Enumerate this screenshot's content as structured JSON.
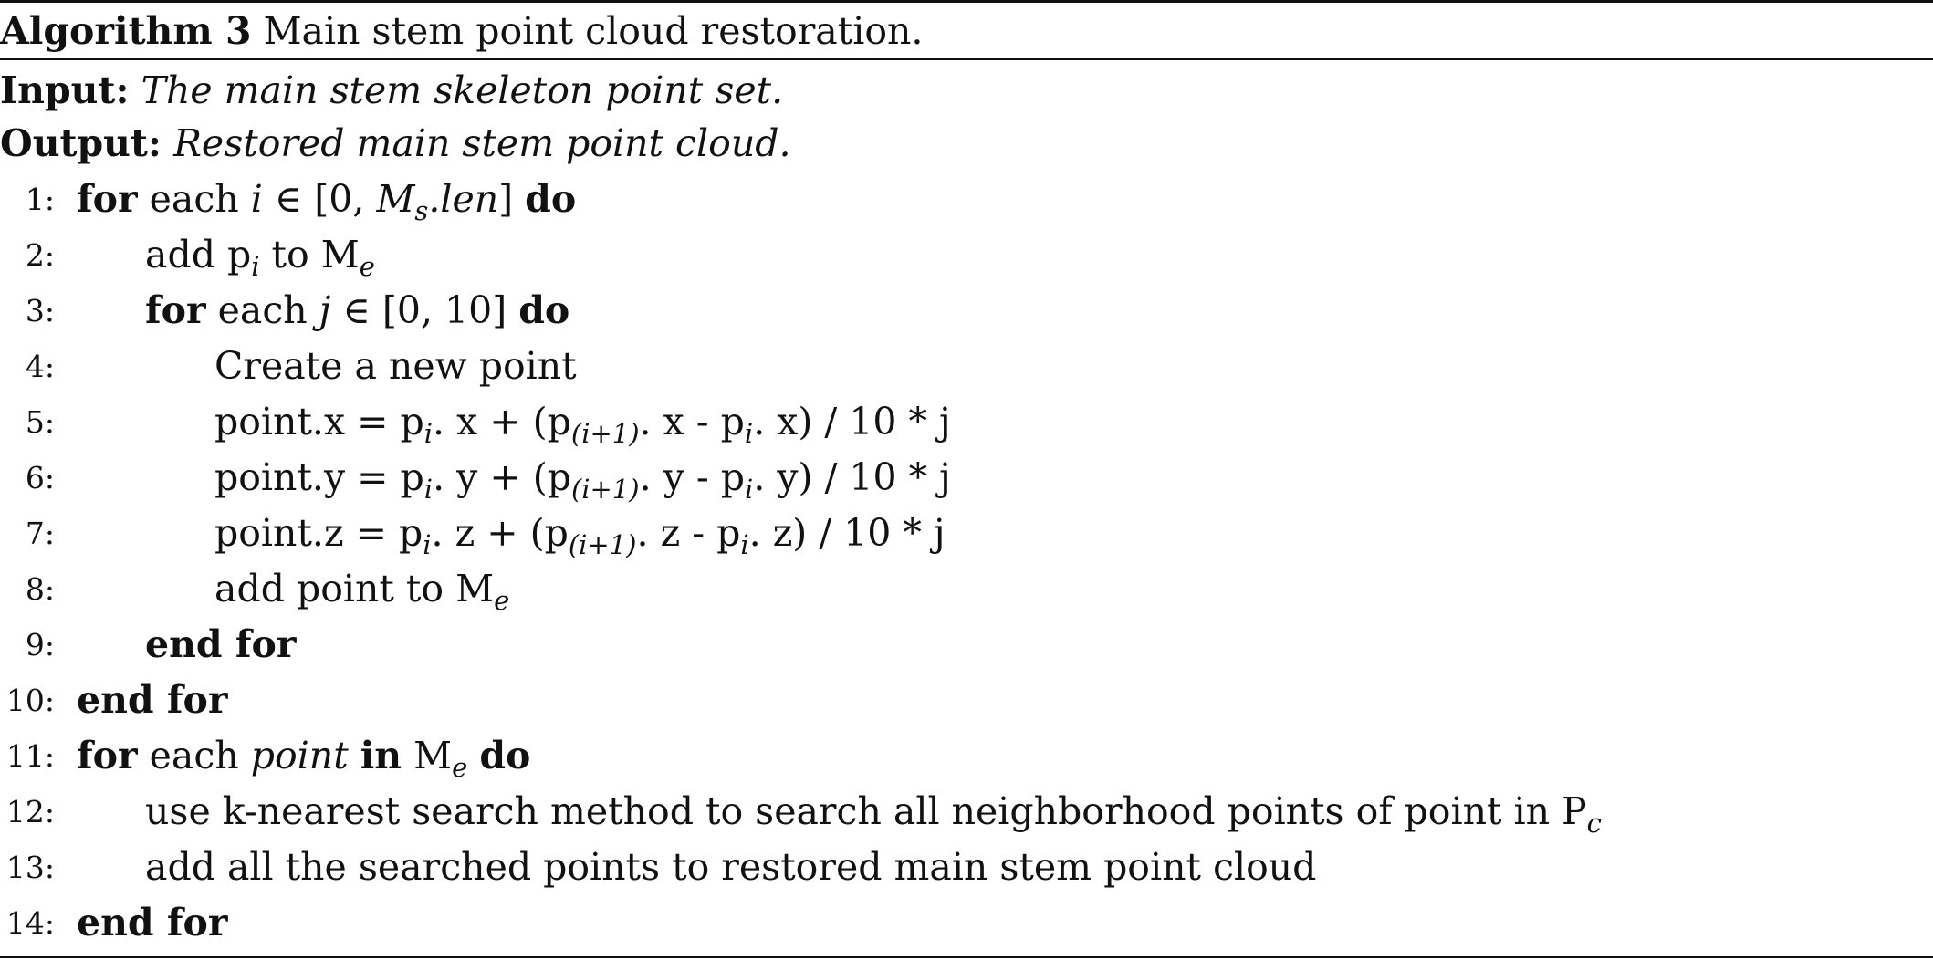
{
  "algorithm": {
    "label": "Algorithm 3",
    "title": "Main stem point cloud restoration.",
    "input_label": "Input:",
    "input_text": "The main stem skeleton point set.",
    "output_label": "Output:",
    "output_text": "Restored main stem point cloud.",
    "lines": [
      {
        "number": "1:",
        "indent": 0,
        "parts": [
          {
            "text": "for",
            "style": "kw"
          },
          {
            "text": " each ",
            "style": "tx"
          },
          {
            "text": "i",
            "style": "it"
          },
          {
            "text": " ∈ [0, ",
            "style": "tx"
          },
          {
            "text": "M",
            "style": "it"
          },
          {
            "text": "s",
            "style": "it-sub"
          },
          {
            "text": ".len",
            "style": "it"
          },
          {
            "text": "] ",
            "style": "tx"
          },
          {
            "text": "do",
            "style": "kw"
          }
        ]
      },
      {
        "number": "2:",
        "indent": 1,
        "parts": [
          {
            "text": "add p",
            "style": "tx"
          },
          {
            "text": "i",
            "style": "it-sub"
          },
          {
            "text": " to M",
            "style": "tx"
          },
          {
            "text": "e",
            "style": "it-sub"
          }
        ]
      },
      {
        "number": "3:",
        "indent": 1,
        "parts": [
          {
            "text": "for",
            "style": "kw"
          },
          {
            "text": " each ",
            "style": "tx"
          },
          {
            "text": "j",
            "style": "it"
          },
          {
            "text": " ∈ [0, 10] ",
            "style": "tx"
          },
          {
            "text": "do",
            "style": "kw"
          }
        ]
      },
      {
        "number": "4:",
        "indent": 2,
        "parts": [
          {
            "text": "Create a new point",
            "style": "tx"
          }
        ]
      },
      {
        "number": "5:",
        "indent": 2,
        "parts": [
          {
            "text": "point.x = p",
            "style": "tx"
          },
          {
            "text": "i",
            "style": "it-sub"
          },
          {
            "text": ". x + (p",
            "style": "tx"
          },
          {
            "text": "(i+1)",
            "style": "it-sub"
          },
          {
            "text": ". x - p",
            "style": "tx"
          },
          {
            "text": "i",
            "style": "it-sub"
          },
          {
            "text": ". x) / 10 * j",
            "style": "tx"
          }
        ]
      },
      {
        "number": "6:",
        "indent": 2,
        "parts": [
          {
            "text": "point.y = p",
            "style": "tx"
          },
          {
            "text": "i",
            "style": "it-sub"
          },
          {
            "text": ". y + (p",
            "style": "tx"
          },
          {
            "text": "(i+1)",
            "style": "it-sub"
          },
          {
            "text": ". y - p",
            "style": "tx"
          },
          {
            "text": "i",
            "style": "it-sub"
          },
          {
            "text": ". y) / 10 * j",
            "style": "tx"
          }
        ]
      },
      {
        "number": "7:",
        "indent": 2,
        "parts": [
          {
            "text": "point.z = p",
            "style": "tx"
          },
          {
            "text": "i",
            "style": "it-sub"
          },
          {
            "text": ". z + (p",
            "style": "tx"
          },
          {
            "text": "(i+1)",
            "style": "it-sub"
          },
          {
            "text": ". z - p",
            "style": "tx"
          },
          {
            "text": "i",
            "style": "it-sub"
          },
          {
            "text": ". z) / 10 * j",
            "style": "tx"
          }
        ]
      },
      {
        "number": "8:",
        "indent": 2,
        "parts": [
          {
            "text": "add point to M",
            "style": "tx"
          },
          {
            "text": "e",
            "style": "it-sub"
          }
        ]
      },
      {
        "number": "9:",
        "indent": 1,
        "parts": [
          {
            "text": "end for",
            "style": "kw"
          }
        ]
      },
      {
        "number": "10:",
        "indent": 0,
        "parts": [
          {
            "text": "end for",
            "style": "kw"
          }
        ]
      },
      {
        "number": "11:",
        "indent": 0,
        "parts": [
          {
            "text": "for",
            "style": "kw"
          },
          {
            "text": " each ",
            "style": "tx"
          },
          {
            "text": "point",
            "style": "it"
          },
          {
            "text": " ",
            "style": "tx"
          },
          {
            "text": "in",
            "style": "kw"
          },
          {
            "text": " M",
            "style": "tx"
          },
          {
            "text": "e",
            "style": "it-sub"
          },
          {
            "text": " ",
            "style": "tx"
          },
          {
            "text": "do",
            "style": "kw"
          }
        ]
      },
      {
        "number": "12:",
        "indent": 1,
        "parts": [
          {
            "text": "use k-nearest search method to search all neighborhood points of point in P",
            "style": "tx"
          },
          {
            "text": "c",
            "style": "it-sub"
          }
        ]
      },
      {
        "number": "13:",
        "indent": 1,
        "parts": [
          {
            "text": "add all the searched points to restored main stem point cloud",
            "style": "tx"
          }
        ]
      },
      {
        "number": "14:",
        "indent": 0,
        "parts": [
          {
            "text": "end for",
            "style": "kw"
          }
        ]
      }
    ]
  }
}
